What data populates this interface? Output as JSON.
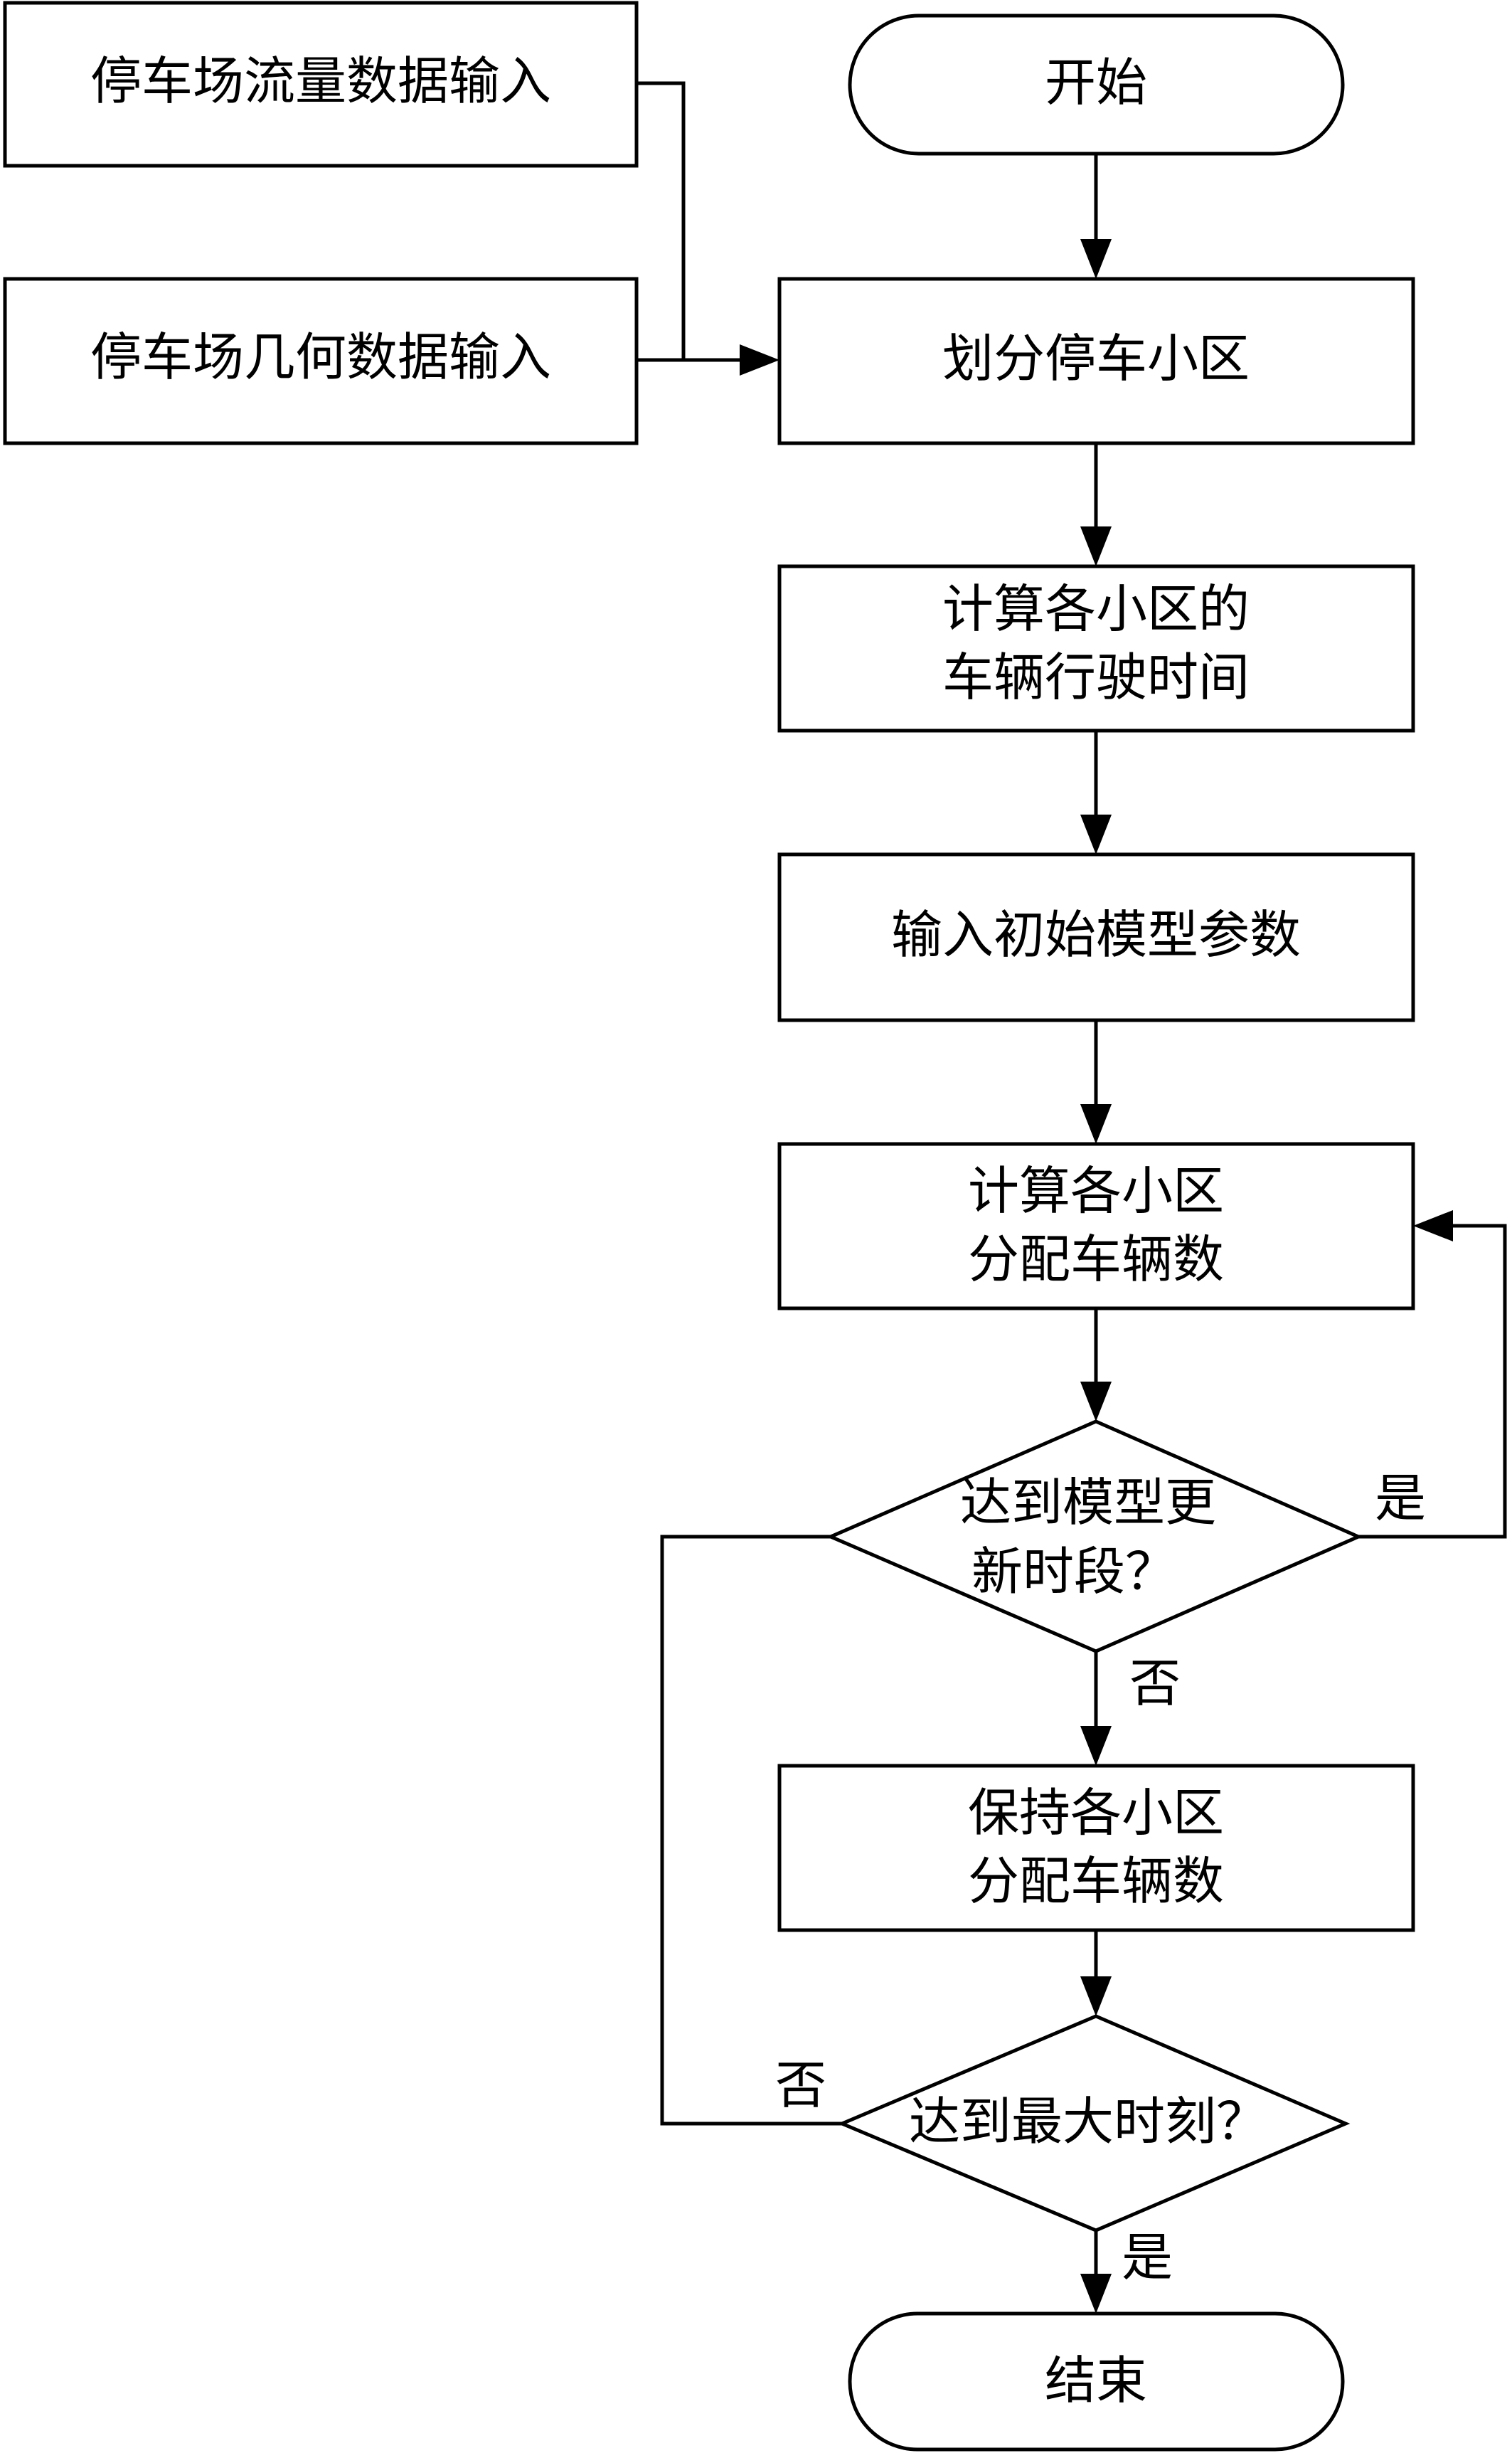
{
  "inputs": {
    "flow_data": "停车场流量数据输入",
    "geometry_data": "停车场几何数据输入"
  },
  "nodes": {
    "start": "开始",
    "divide": "划分停车小区",
    "travel_time": [
      "计算各小区的",
      "车辆行驶时间"
    ],
    "init_params": "输入初始模型参数",
    "allocate": [
      "计算各小区",
      "分配车辆数"
    ],
    "update_check": [
      "达到模型更",
      "新时段？"
    ],
    "keep": [
      "保持各小区",
      "分配车辆数"
    ],
    "max_time_check": "达到最大时刻？",
    "end": "结束"
  },
  "labels": {
    "update_yes": "是",
    "update_no": "否",
    "max_no": "否",
    "max_yes": "是"
  }
}
